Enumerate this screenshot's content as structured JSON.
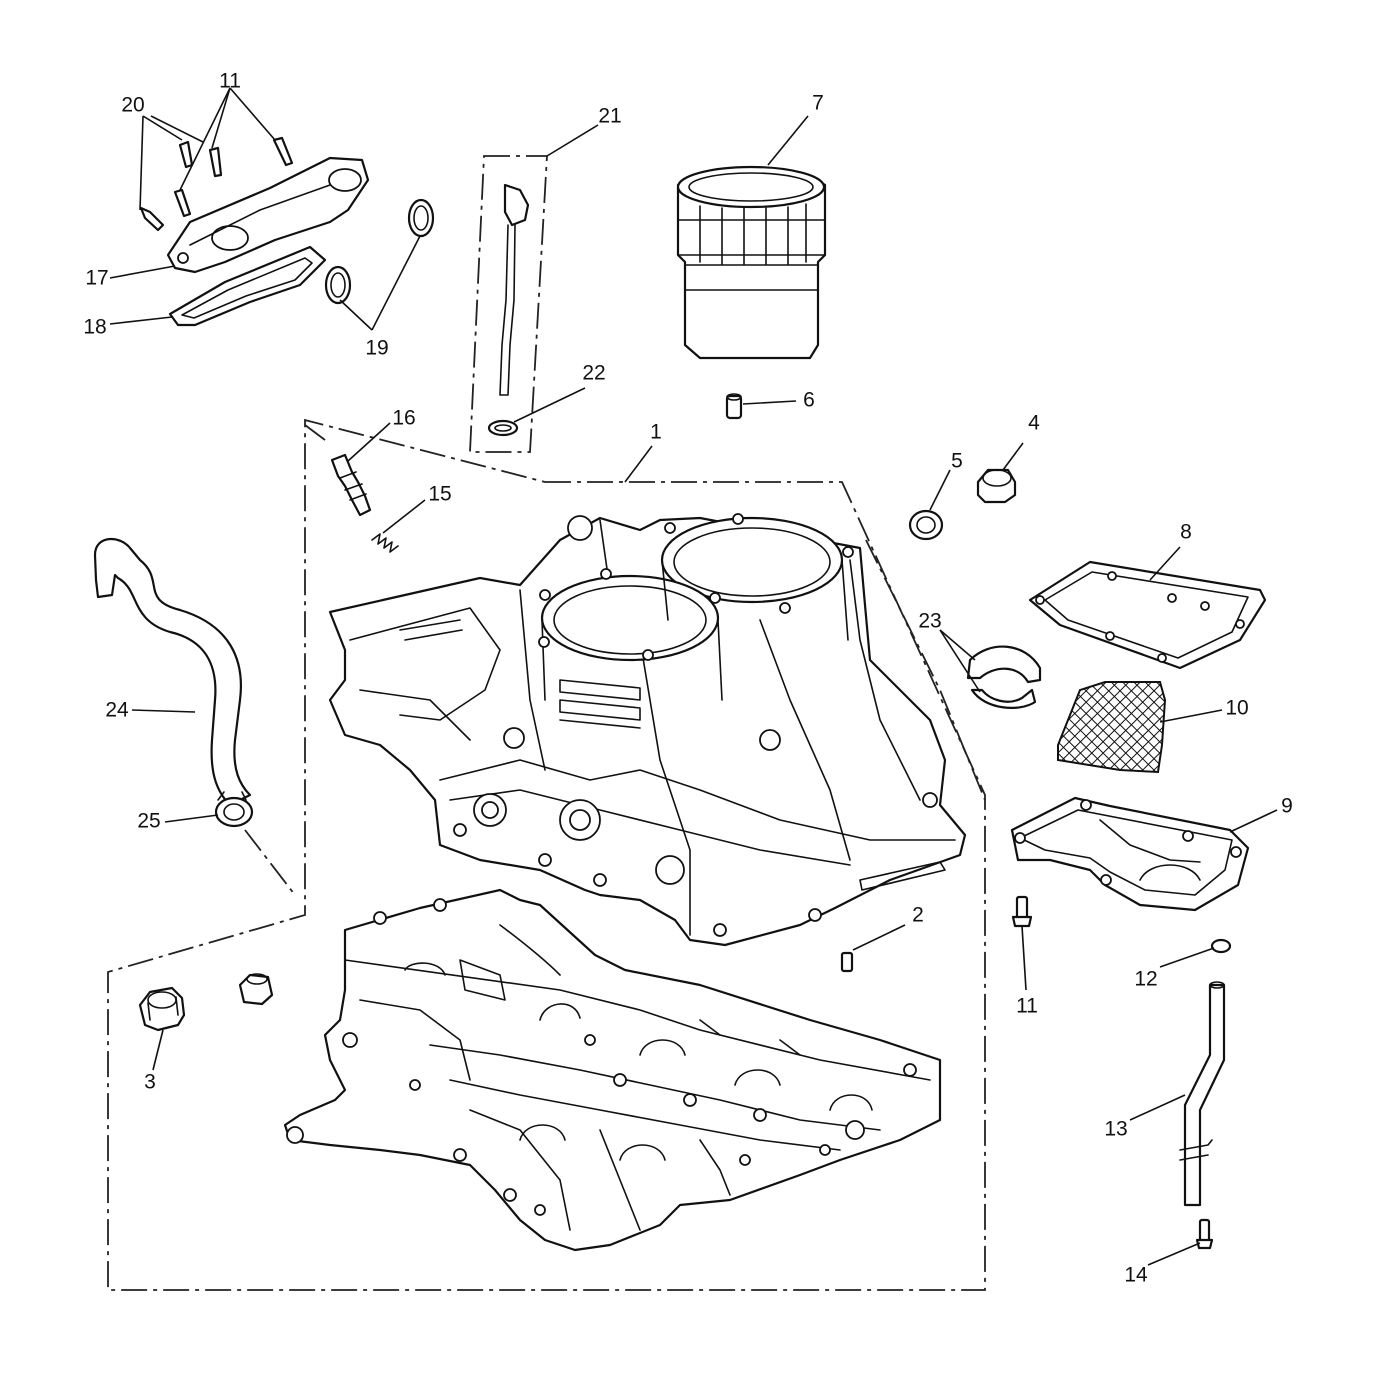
{
  "callouts": {
    "c1": "1",
    "c2": "2",
    "c3": "3",
    "c4": "4",
    "c5": "5",
    "c6": "6",
    "c7": "7",
    "c8": "8",
    "c9": "9",
    "c10": "10",
    "c11a": "11",
    "c11b": "11",
    "c12": "12",
    "c13": "13",
    "c14": "14",
    "c15": "15",
    "c16": "16",
    "c17": "17",
    "c18": "18",
    "c19": "19",
    "c20": "20",
    "c21": "21",
    "c22": "22",
    "c23": "23",
    "c24": "24",
    "c25": "25"
  }
}
